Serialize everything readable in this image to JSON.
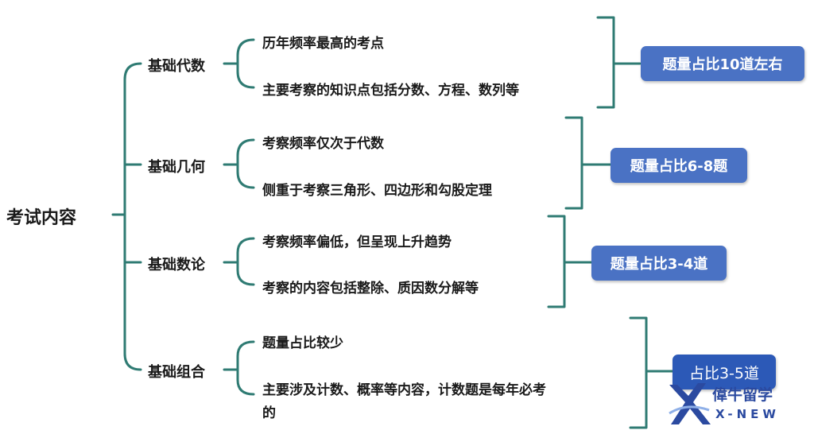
{
  "root": "考试内容",
  "branches": [
    {
      "label": "基础代数",
      "points": [
        "历年频率最高的考点",
        "主要考察的知识点包括分数、方程、数列等"
      ],
      "tag": "题量占比10道左右"
    },
    {
      "label": "基础几何",
      "points": [
        "考察频率仅次于代数",
        "侧重于考察三角形、四边形和勾股定理"
      ],
      "tag": "题量占比6-8题"
    },
    {
      "label": "基础数论",
      "points": [
        "考察频率偏低，但呈现上升趋势",
        "考察的内容包括整除、质因数分解等"
      ],
      "tag": "题量占比3-4道"
    },
    {
      "label": "基础组合",
      "points": [
        "题量占比较少",
        "主要涉及计数、概率等内容，计数题是每年必考",
        "的"
      ],
      "tag": "占比3-5道"
    }
  ],
  "colors": {
    "line": "#2f7b73",
    "tag": "#4a72c4",
    "tag_last": "#2c59b7",
    "logo": "#2b4aa0"
  },
  "logo": {
    "icon": "x-new-logo-icon",
    "name": "偉牛留学",
    "sub": "X-NEW"
  }
}
